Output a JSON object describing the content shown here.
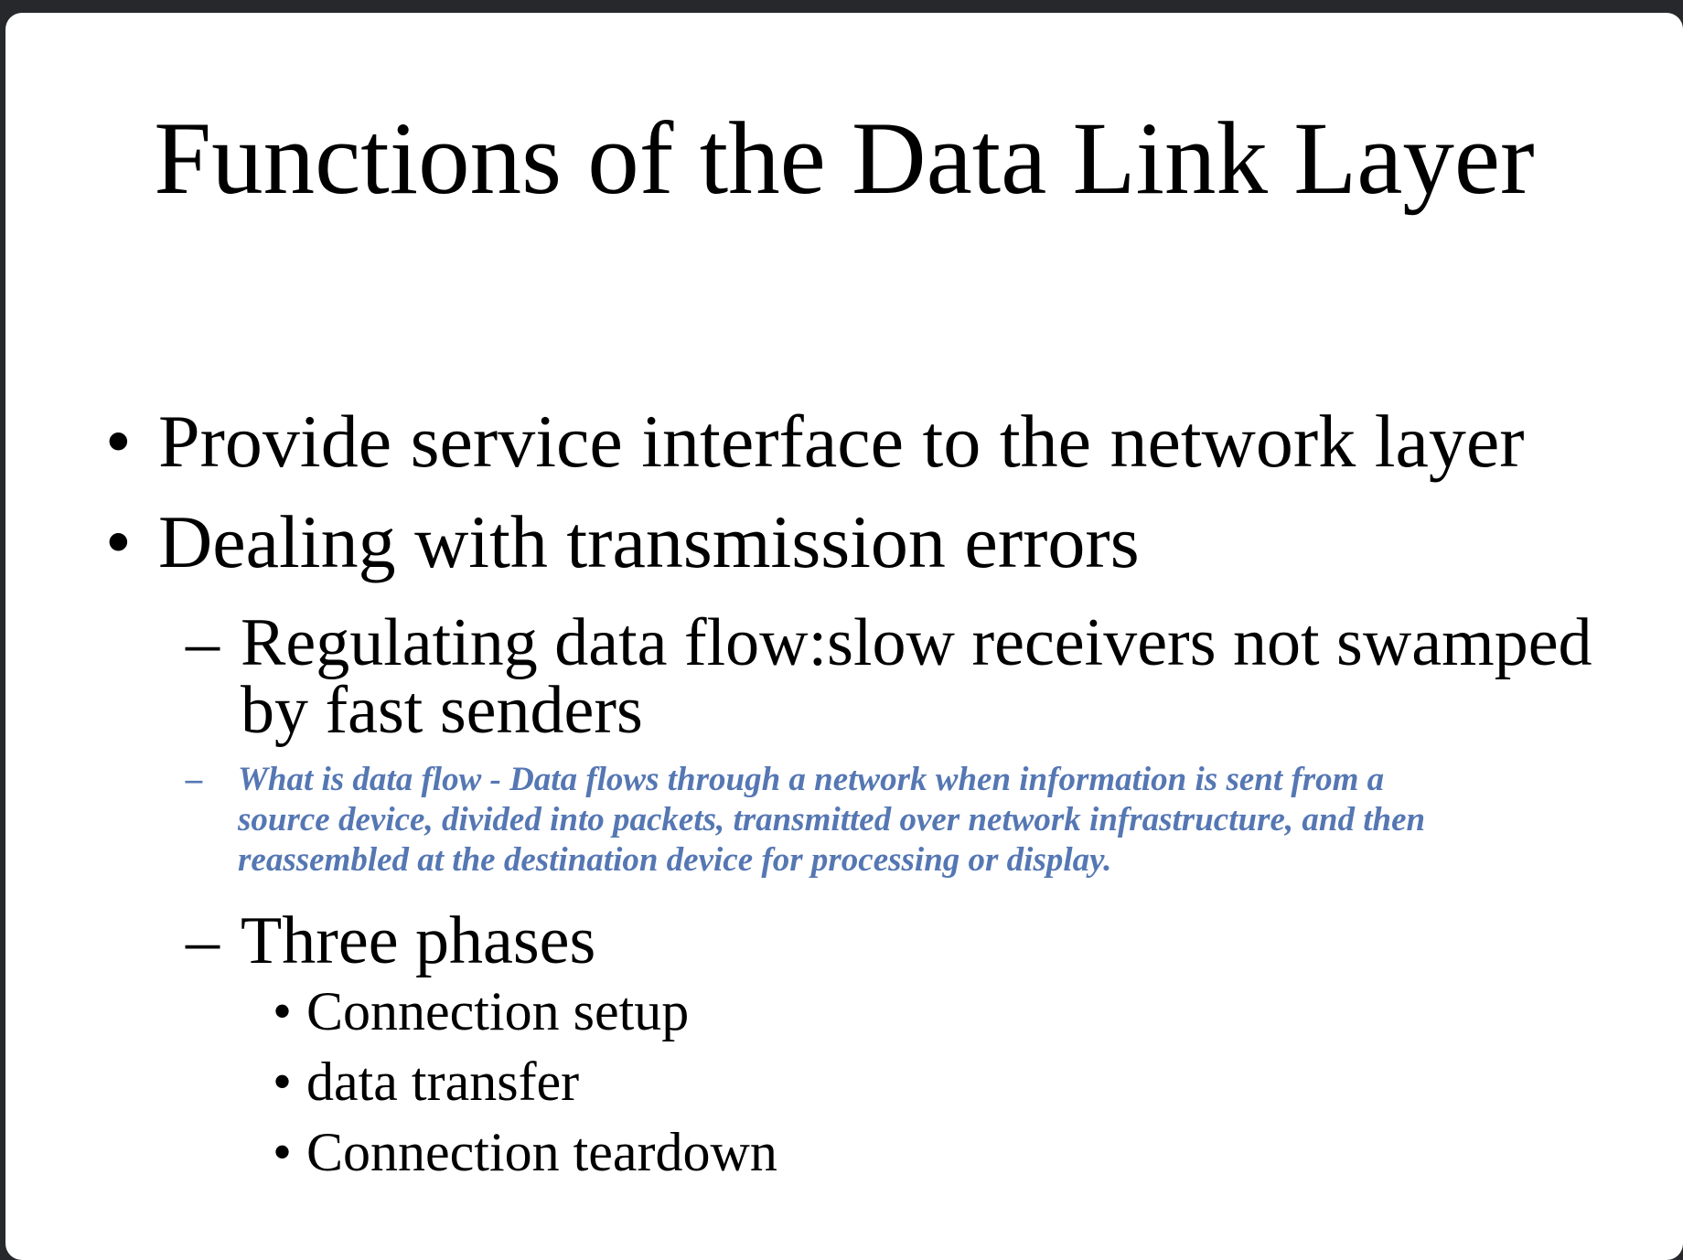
{
  "slide": {
    "title": "Functions of the Data Link Layer",
    "bullet_char": "•",
    "dash_char": "–",
    "bullets_l1": [
      {
        "label": "Provide service interface to the network layer"
      },
      {
        "label": "Dealing with transmission errors"
      }
    ],
    "sub_regulating": {
      "lines": [
        "Regulating data flow:slow receivers not swamped",
        "by fast senders"
      ]
    },
    "note": {
      "lines": [
        "What is data flow - Data flows through a network when information is sent from a",
        "source device, divided into packets, transmitted over network infrastructure, and then",
        "reassembled at the destination device for processing or display."
      ]
    },
    "sub_three_phases": "Three phases",
    "bullets_l3": [
      "Connection setup",
      "data transfer",
      "Connection teardown"
    ],
    "colors": {
      "frame_background": "#26282c",
      "slide_background": "#ffffff",
      "text": "#000000",
      "note_blue": "#5577b3"
    }
  }
}
